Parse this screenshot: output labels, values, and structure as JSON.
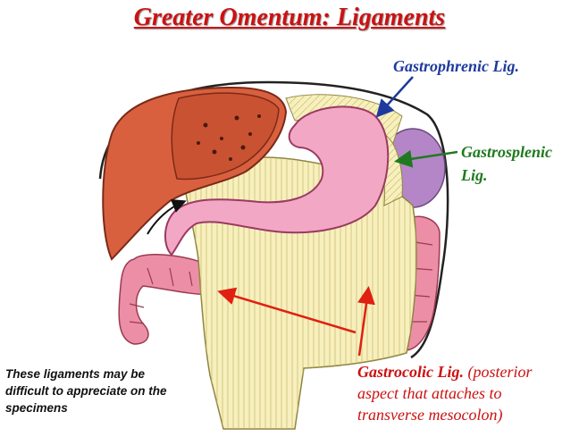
{
  "title": "Greater Omentum: Ligaments",
  "labels": {
    "gastrophrenic": "Gastrophrenic Lig.",
    "gastrosplenic_line1": "Gastrosplenic",
    "gastrosplenic_line2": "Lig.",
    "gastrocolic_name": "Gastrocolic Lig.",
    "gastrocolic_desc_1": "(posterior",
    "gastrocolic_desc_2": "aspect that attaches to",
    "gastrocolic_desc_3": "transverse mesocolon)"
  },
  "note": "These ligaments may be difficult to appreciate on the specimens",
  "colors": {
    "title": "#cc1111",
    "gastrophrenic_arrow": "#1f3a9e",
    "gastrosplenic_arrow": "#1f7a1f",
    "gastrocolic_arrow": "#e02010",
    "liver": "#d9603f",
    "stomach": "#f2a8c4",
    "omentum": "#f7f0bd",
    "spleen": "#b486c8",
    "colon": "#ec8fa6"
  }
}
